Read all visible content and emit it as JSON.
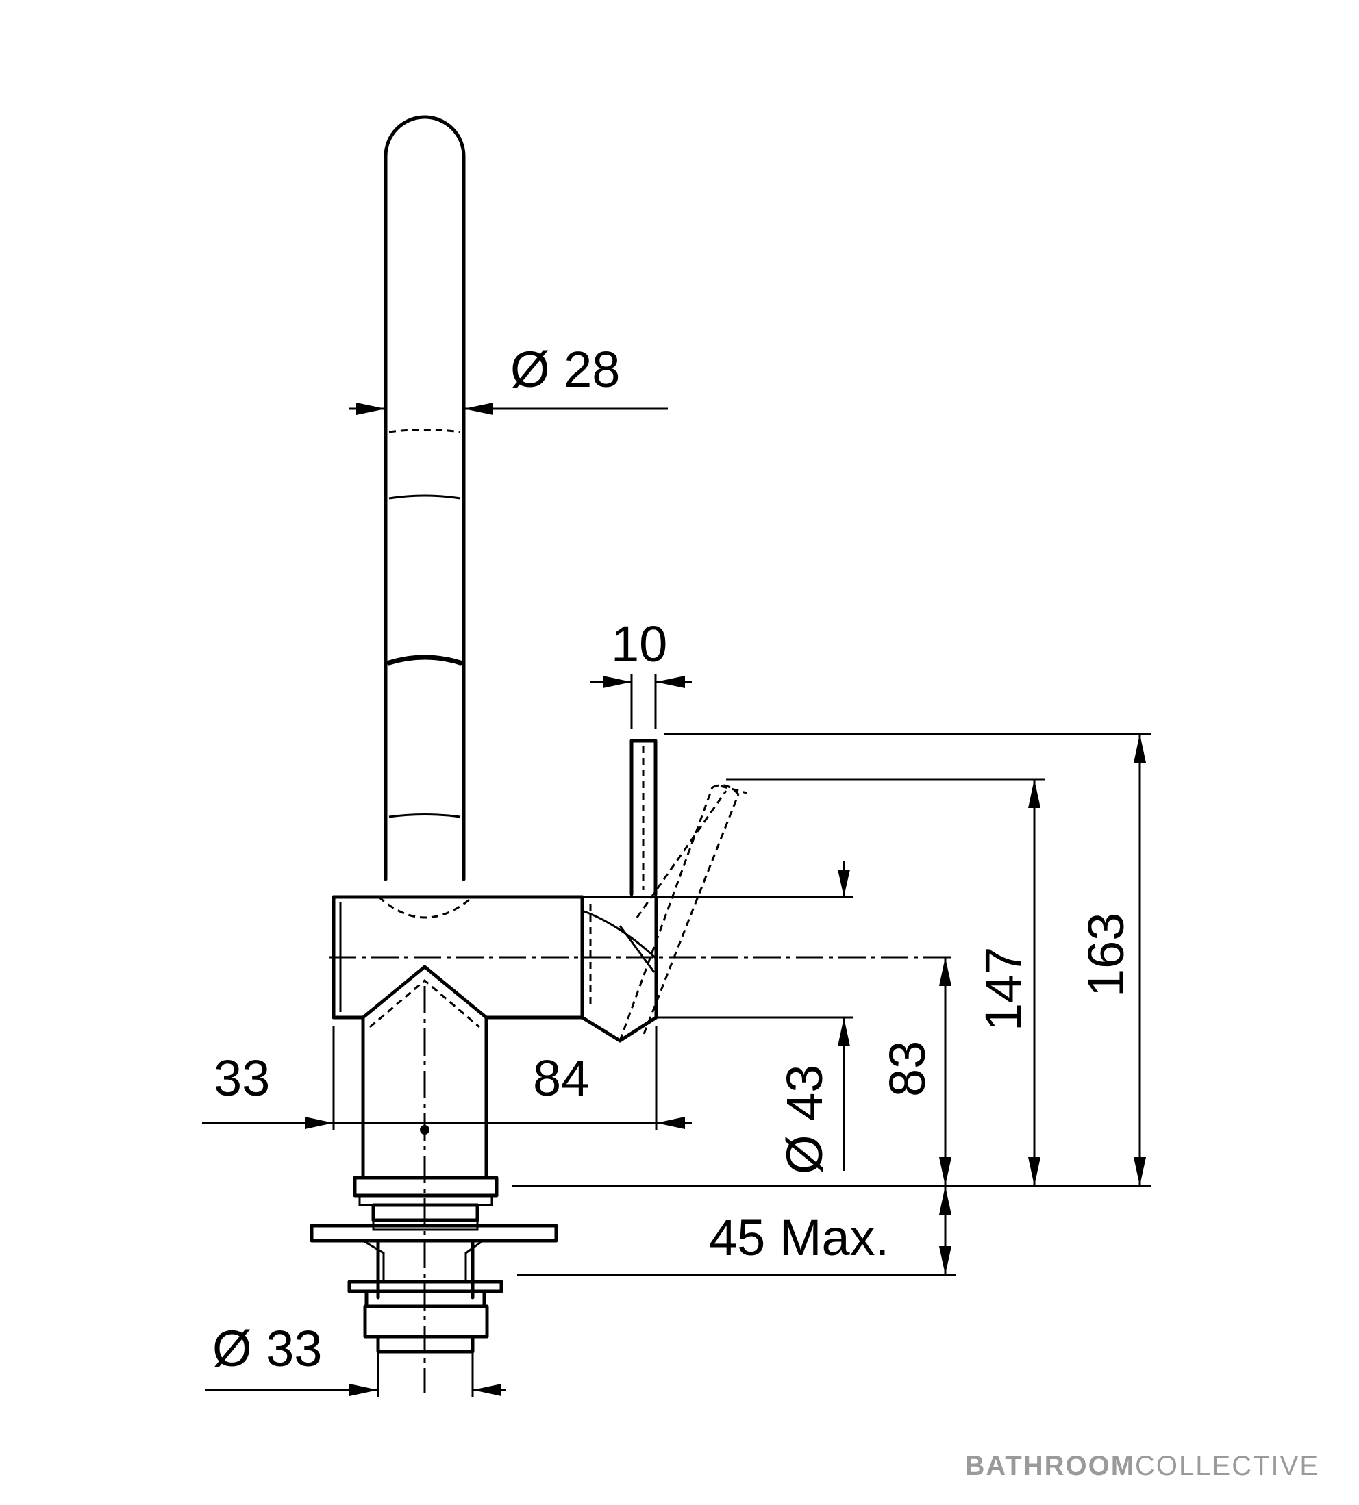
{
  "dimensions": {
    "spout_diameter": "Ø 28",
    "lever_width": "10",
    "overall_height": "163",
    "lever_height": "147",
    "body_diameter": "Ø 43",
    "base_to_centre": "83",
    "rear_offset": "33",
    "reach": "84",
    "worktop_thickness": "45 Max.",
    "shank_diameter": "Ø 33"
  },
  "branding": {
    "bold": "BATHROOM",
    "light": "COLLECTIVE",
    "color": "#9a9a9a"
  }
}
